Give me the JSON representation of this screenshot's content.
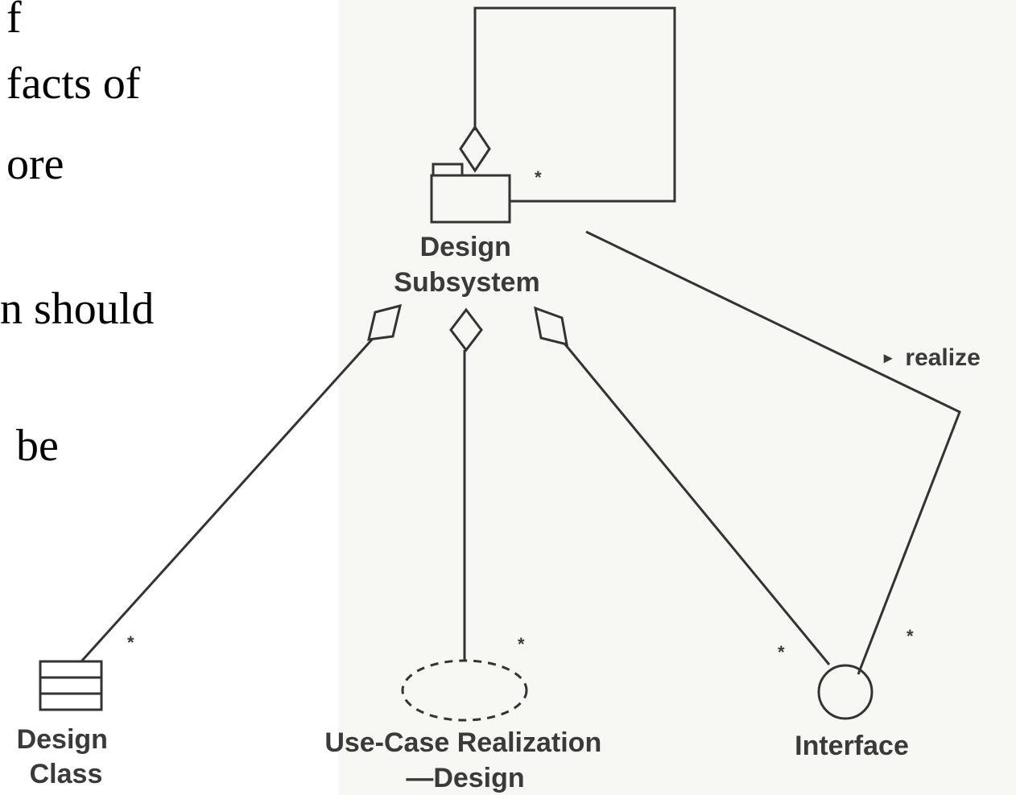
{
  "slide_fragments": [
    "f",
    "facts of",
    "ore",
    "n should",
    "be"
  ],
  "diagram": {
    "nodes": {
      "design_subsystem": "Design\nSubsystem",
      "design_class": "Design\nClass",
      "use_case_realization": "Use-Case Realization\n—Design",
      "interface": "Interface"
    },
    "multiplicity": "*",
    "realize_label": "realize",
    "realize_arrow": "▸"
  }
}
